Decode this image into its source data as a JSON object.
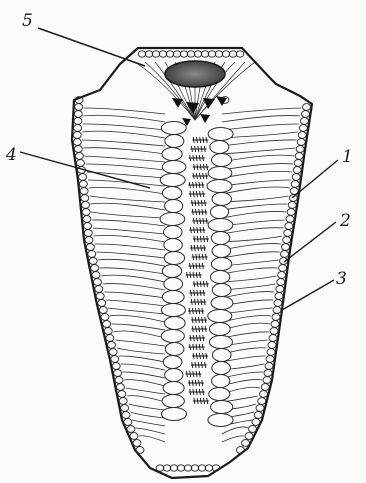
{
  "figure": {
    "callouts": [
      {
        "id": "1",
        "text": "1"
      },
      {
        "id": "2",
        "text": "2"
      },
      {
        "id": "3",
        "text": "3"
      },
      {
        "id": "4",
        "text": "4"
      },
      {
        "id": "5",
        "text": "5"
      }
    ],
    "colors": {
      "ink": "#1a1a1a",
      "paper": "#fbfbf9",
      "cell_outline": "#2b2b2b",
      "dark_fill": "#111111"
    }
  }
}
